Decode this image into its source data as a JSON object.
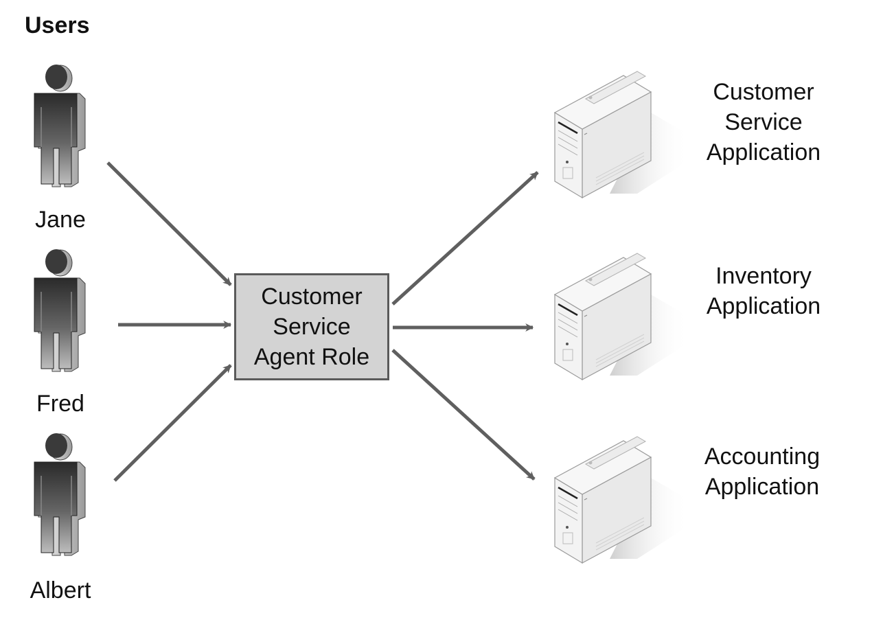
{
  "title": "Users",
  "users": [
    {
      "name": "Jane"
    },
    {
      "name": "Fred"
    },
    {
      "name": "Albert"
    }
  ],
  "role": {
    "label": "Customer\nService\nAgent Role"
  },
  "applications": [
    {
      "label": "Customer\nService\nApplication"
    },
    {
      "label": "Inventory\nApplication"
    },
    {
      "label": "Accounting\nApplication"
    }
  ],
  "colors": {
    "arrow": "#5f5f5f",
    "box_fill": "#d3d3d3",
    "box_border": "#5a5a5a"
  },
  "icons": {
    "user": "person-icon",
    "application": "server-icon"
  }
}
